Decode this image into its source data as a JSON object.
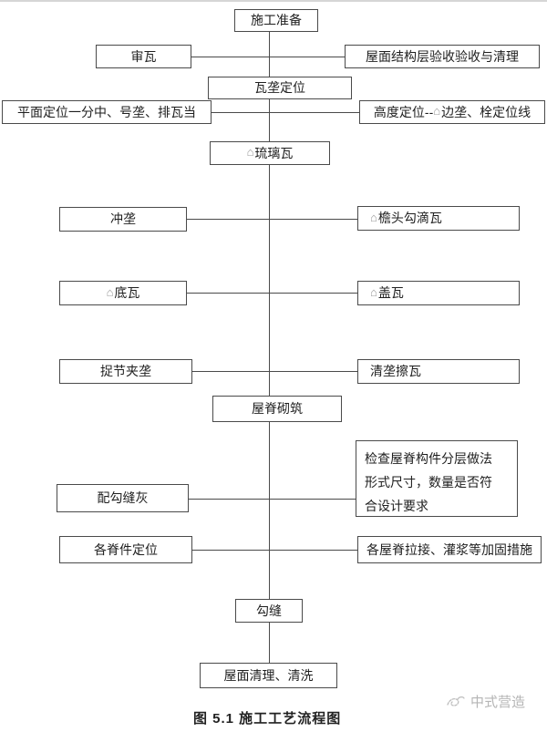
{
  "figure": {
    "caption": "图 5.1  施工工艺流程图",
    "watermark_label": "中式营造",
    "glyph": "⌂",
    "nodes": {
      "prep": "施工准备",
      "shenwa": "审瓦",
      "yanshou": "屋面结构层验收验收与清理",
      "walong": "瓦垄定位",
      "pingmian": "平面定位一分中、号垄、排瓦当",
      "gaodu_pre": "高度定位--",
      "gaodu_post": "边垄、栓定位线",
      "liuli": "琉璃瓦",
      "chonglong": "冲垄",
      "yantou": "檐头勾滴瓦",
      "diwa": "底瓦",
      "gaiwa": "盖瓦",
      "zhuojie": "捉节夹垄",
      "qinglong": "清垄擦瓦",
      "wuji": "屋脊砌筑",
      "jiancha": "检查屋脊构件分层做法形式尺寸，数量是否符合设计要求",
      "peigou": "配勾缝灰",
      "gejijian": "各脊件定位",
      "lajie": "各屋脊拉接、灌浆等加固措施",
      "goufeng": "勾缝",
      "qingli": "屋面清理、清洗"
    },
    "colors": {
      "box_border": "#4a4a4a",
      "text": "#1f1f1f",
      "glyph_gray": "#9a9a9a",
      "watermark_gray": "#b5b5b5"
    }
  }
}
